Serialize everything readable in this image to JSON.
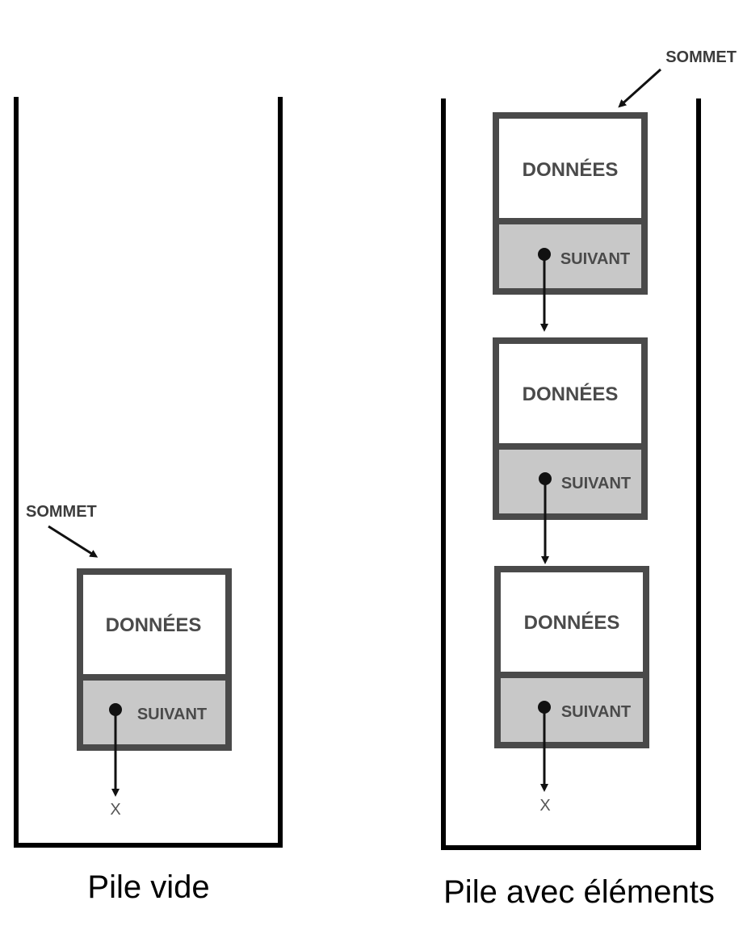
{
  "colors": {
    "container": "#000000",
    "node_border": "#4a4a4a",
    "data_fill": "#ffffff",
    "next_fill": "#c8c8c8",
    "text": "#4a4a4a",
    "arrow": "#111111"
  },
  "stacks": [
    {
      "caption": "Pile vide",
      "top_pointer": "SOMMET",
      "nodes": [
        {
          "data": "DONNÉES",
          "next": "SUIVANT"
        }
      ],
      "null_marker": "X"
    },
    {
      "caption": "Pile avec éléments",
      "top_pointer": "SOMMET",
      "nodes": [
        {
          "data": "DONNÉES",
          "next": "SUIVANT"
        },
        {
          "data": "DONNÉES",
          "next": "SUIVANT"
        },
        {
          "data": "DONNÉES",
          "next": "SUIVANT"
        }
      ],
      "null_marker": "X"
    }
  ]
}
